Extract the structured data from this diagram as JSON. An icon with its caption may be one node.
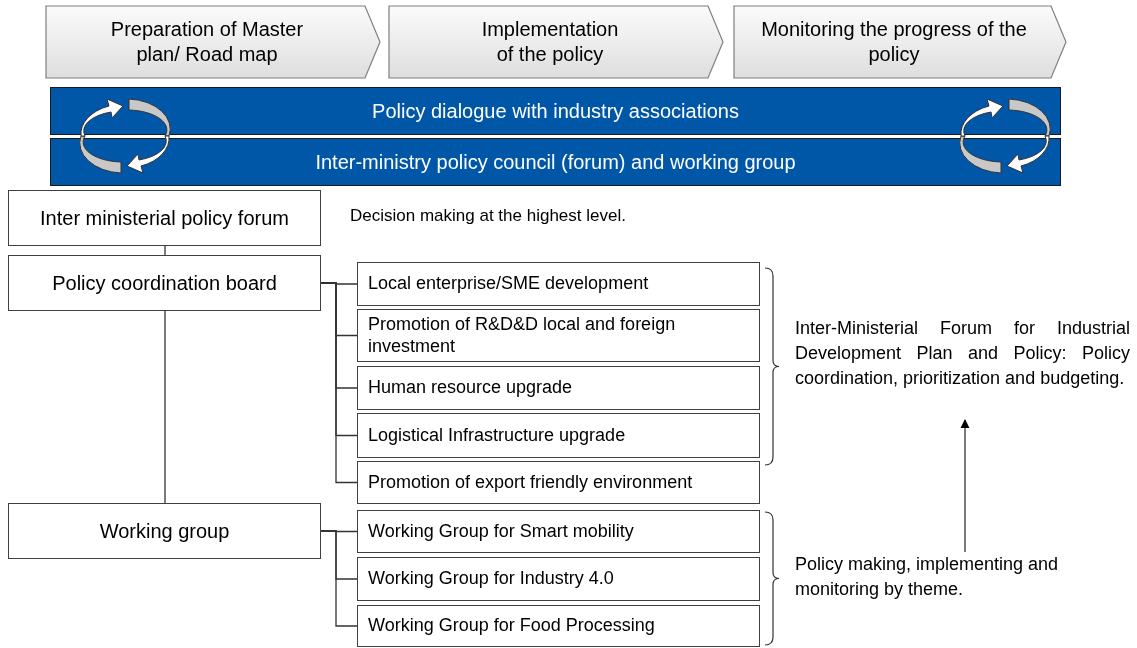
{
  "diagram": {
    "nodes": [
      {
        "text": [
          "Preparation of Master plan/ Road map"
        ]
      },
      {
        "text": [
          "Implementation of the policy"
        ]
      },
      {
        "text": [
          "Monitoring the progress of the policy"
        ]
      },
      {
        "text": [
          "Policy dialogue with industry associations"
        ]
      },
      {
        "text": [
          "Inter-ministry policy council (forum) and working group"
        ]
      },
      {
        "text": [
          "Inter ministerial policy forum"
        ],
        "beside": [
          "Decision making at the highest level."
        ]
      },
      {
        "text": [
          "Policy coordination board"
        ]
      },
      {
        "text": [
          "Local enterprise/SME development"
        ]
      },
      {
        "text": [
          "Promotion of R&D&D local and foreign investment"
        ]
      },
      {
        "text": [
          "Human resource upgrade"
        ]
      },
      {
        "text": [
          "Logistical Infrastructure upgrade"
        ]
      },
      {
        "text": [
          "Promotion of export friendly environment"
        ]
      },
      {
        "text": [
          "Working group"
        ]
      },
      {
        "text": [
          "Working Group for Smart mobility"
        ]
      },
      {
        "text": [
          "Working Group for Industry 4.0"
        ]
      },
      {
        "text": [
          "Working Group for Food Processing"
        ]
      },
      {
        "text": [
          "Inter-Ministerial Forum for Industrial Development Plan and Policy: Policy coordination, prioritization and budgeting."
        ]
      },
      {
        "text": [
          "Policy making, implementing and monitoring by theme."
        ]
      }
    ],
    "edges": [
      {
        "from": 5,
        "to": 6,
        "arrow": "none"
      },
      {
        "from": 6,
        "to": 12,
        "arrow": "none"
      },
      {
        "from": 6,
        "to": 7,
        "arrow": "none"
      },
      {
        "from": 6,
        "to": 8,
        "arrow": "none"
      },
      {
        "from": 6,
        "to": 9,
        "arrow": "none"
      },
      {
        "from": 6,
        "to": 10,
        "arrow": "none"
      },
      {
        "from": 6,
        "to": 11,
        "arrow": "none"
      },
      {
        "from": 12,
        "to": 13,
        "arrow": "none"
      },
      {
        "from": 12,
        "to": 14,
        "arrow": "none"
      },
      {
        "from": 12,
        "to": 15,
        "arrow": "none"
      },
      {
        "from": 17,
        "to": 16,
        "arrow": "to"
      }
    ]
  }
}
